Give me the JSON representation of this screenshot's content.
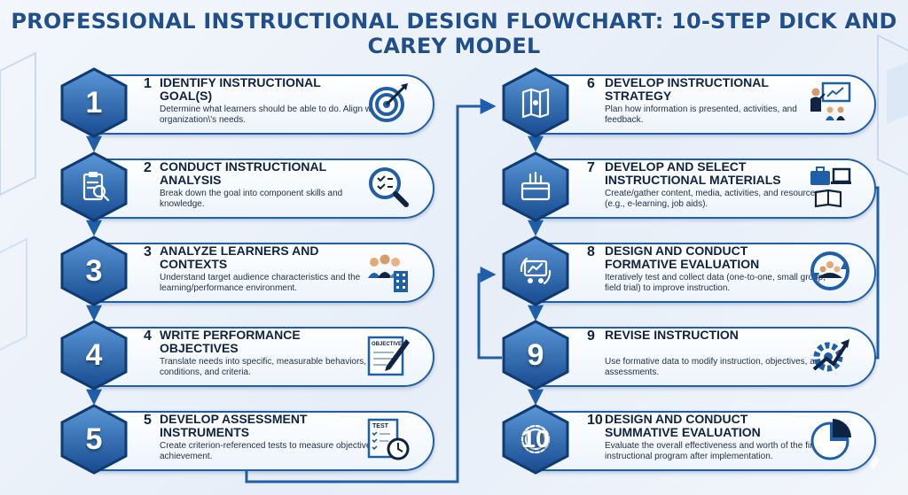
{
  "title": "PROFESSIONAL INSTRUCTIONAL DESIGN FLOWCHART: 10-STEP DICK AND CAREY MODEL",
  "steps": [
    {
      "num": "1",
      "title": "IDENTIFY INSTRUCTIONAL GOAL(S)",
      "desc": "Determine what learners should be able to do. Align with organization\\'s needs.",
      "icon": "target-icon"
    },
    {
      "num": "2",
      "title": "CONDUCT INSTRUCTIONAL ANALYSIS",
      "desc": "Break down the goal into component skills and knowledge.",
      "icon": "magnifier-checklist-icon"
    },
    {
      "num": "3",
      "title": "ANALYZE LEARNERS AND CONTEXTS",
      "desc": "Understand target audience characteristics and the learning/performance environment.",
      "icon": "people-building-icon"
    },
    {
      "num": "4",
      "title": "WRITE PERFORMANCE OBJECTIVES",
      "desc": "Translate needs into specific, measurable behaviors, conditions, and criteria.",
      "icon": "objective-pencil-icon",
      "icon_label": "OBJECTIVE"
    },
    {
      "num": "5",
      "title": "DEVELOP ASSESSMENT INSTRUMENTS",
      "desc": "Create criterion-referenced tests to measure objective achievement.",
      "icon": "test-clock-icon",
      "icon_label": "TEST"
    },
    {
      "num": "6",
      "title": "DEVELOP INSTRUCTIONAL STRATEGY",
      "desc": "Plan how information is presented, activities, and feedback.",
      "icon": "presenter-icon"
    },
    {
      "num": "7",
      "title": "DEVELOP AND SELECT INSTRUCTIONAL MATERIALS",
      "desc": "Create/gather content, media, activities, and resources (e.g., e-learning, job aids).",
      "icon": "toolbox-laptop-book-icon"
    },
    {
      "num": "8",
      "title": "DESIGN AND CONDUCT FORMATIVE EVALUATION",
      "desc": "Iteratively test and collect data (one-to-one, small group, field trial) to improve instruction.",
      "icon": "cycle-group-icon"
    },
    {
      "num": "9",
      "title": "REVISE INSTRUCTION",
      "desc": "Use formative data to modify instruction, objectives, and assessments.",
      "icon": "gear-arrow-icon"
    },
    {
      "num": "10",
      "title": "DESIGN AND CONDUCT SUMMATIVE EVALUATION",
      "desc": "Evaluate the overall effectiveness and worth of the final instructional program after implementation.",
      "icon": "pie-chart-icon"
    }
  ],
  "colors": {
    "primary": "#1f5ea8",
    "dark": "#0f2342",
    "light": "#dbe8f7",
    "title": "#1f4f8d"
  }
}
